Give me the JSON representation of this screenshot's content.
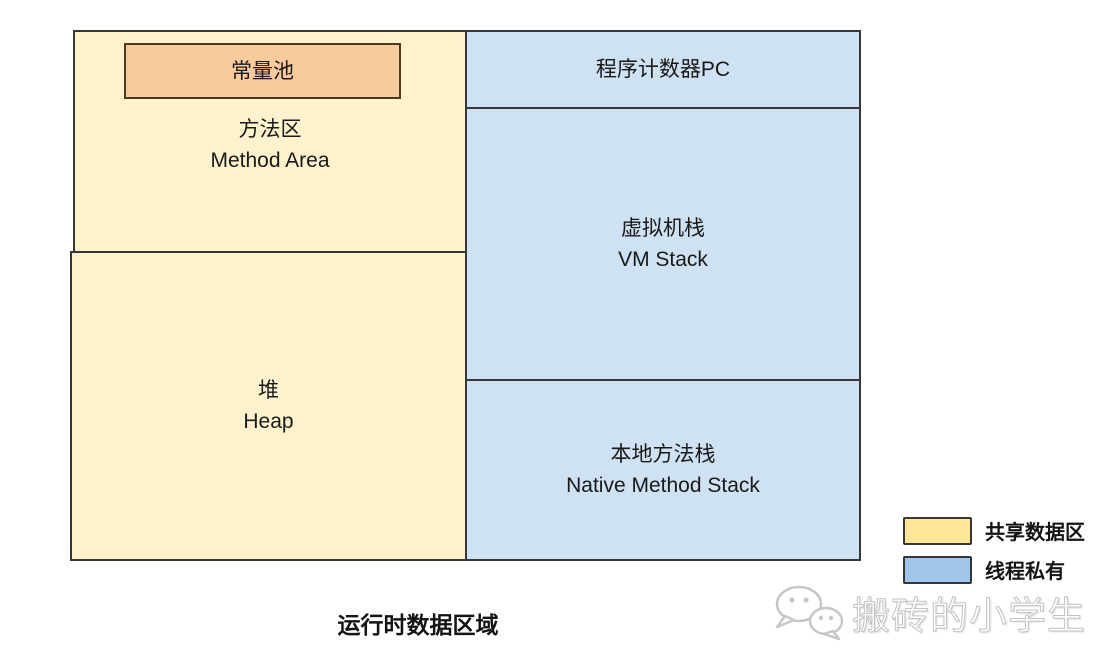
{
  "diagram": {
    "caption": "运行时数据区域",
    "method_area": {
      "zh": "方法区",
      "en": "Method Area"
    },
    "constant_pool": {
      "label": "常量池"
    },
    "heap": {
      "zh": "堆",
      "en": "Heap"
    },
    "pc": {
      "label": "程序计数器PC"
    },
    "vm_stack": {
      "zh": "虚拟机栈",
      "en": "VM Stack"
    },
    "native_stack": {
      "zh": "本地方法栈",
      "en": "Native Method Stack"
    },
    "legend": [
      {
        "label": "共享数据区",
        "color": "#FFE599"
      },
      {
        "label": "线程私有",
        "color": "#9FC5E8"
      }
    ],
    "colors": {
      "shared_fill": "#FFF2CC",
      "private_fill": "#CFE2F3",
      "constant_pool_fill": "#F9CB9C",
      "border": "#373737"
    },
    "watermark": {
      "text": "搬砖的小学生",
      "icon": "wechat-icon"
    }
  }
}
